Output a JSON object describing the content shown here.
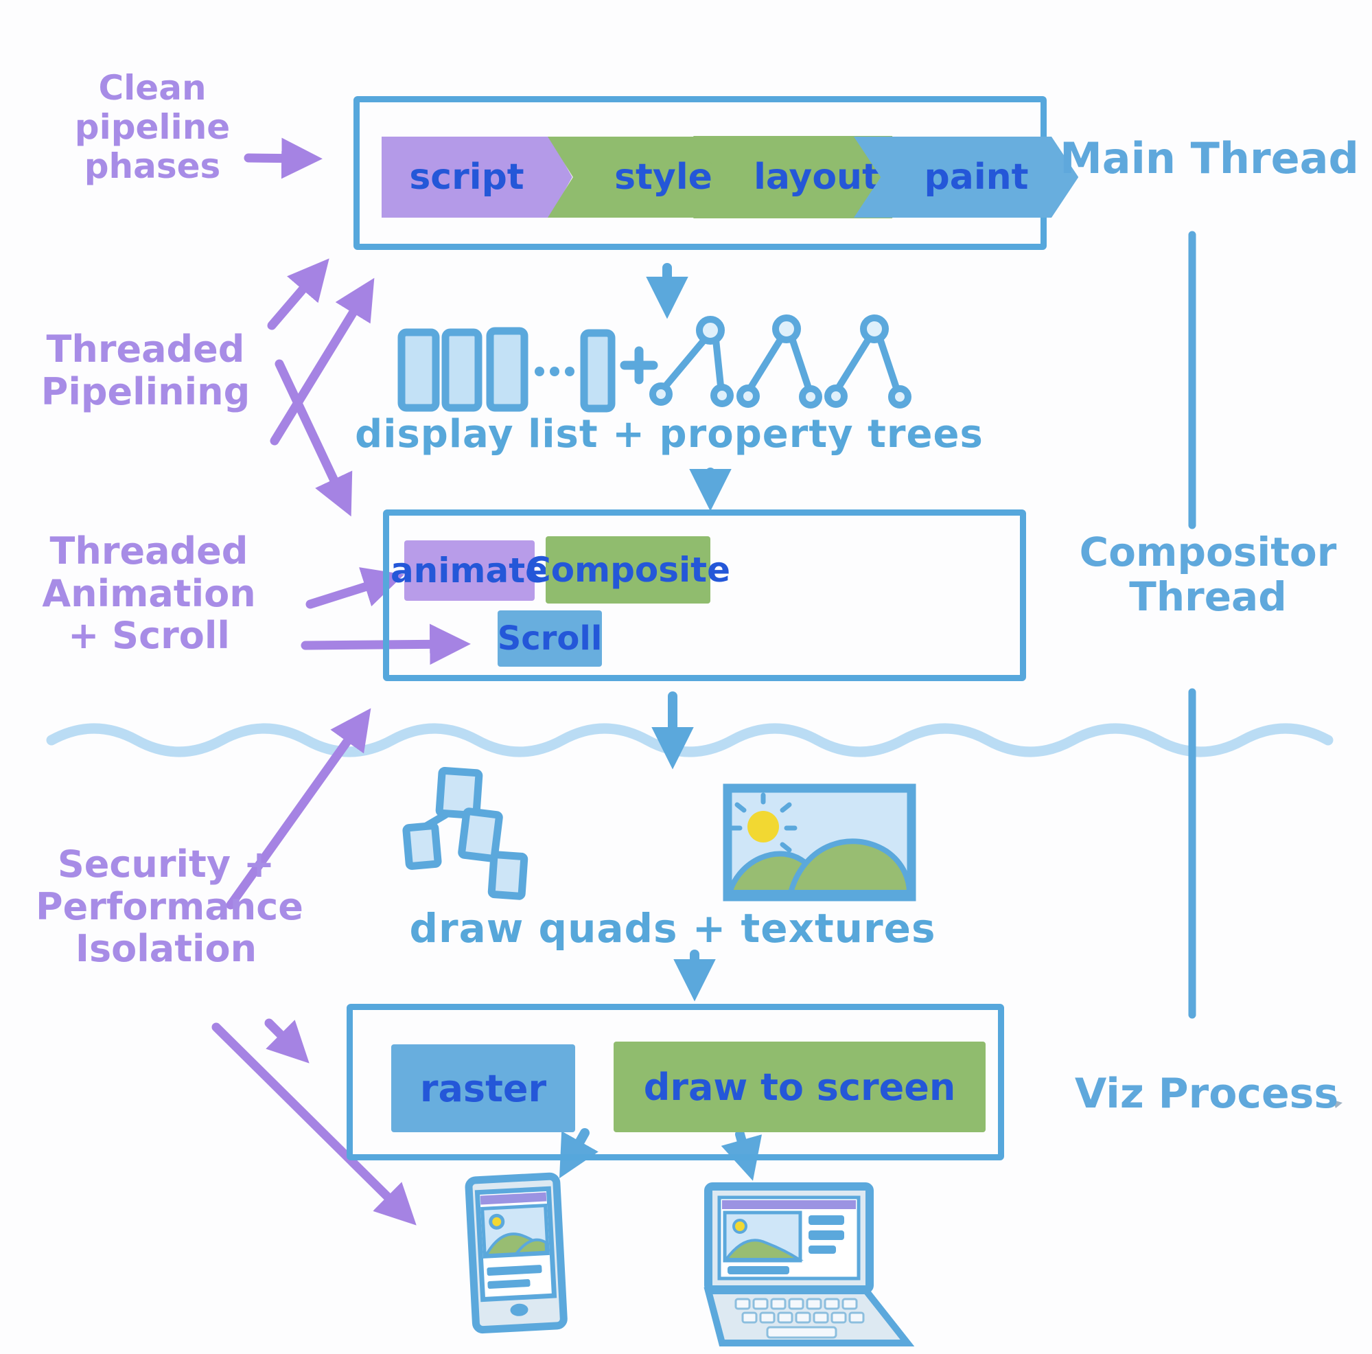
{
  "colors": {
    "ink_blue": "#5ba8dc",
    "ink_purple": "#a583e3",
    "label_purple": "#a78ce6",
    "phase_text_blue": "#2457d8",
    "fill_purple": "#b49ae8",
    "fill_green": "#90bc6e",
    "fill_blue": "#68aede",
    "fill_light_blue": "#c3e1f6",
    "wave_blue": "#badcf4",
    "sun_yellow": "#f2d832",
    "hill_green": "#98bd72",
    "sky_blue": "#cfe6f8"
  },
  "annotations": {
    "clean_pipeline": {
      "lines": [
        "Clean",
        "pipeline",
        "phases"
      ]
    },
    "threaded_pipelining": {
      "lines": [
        "Threaded",
        "Pipelining"
      ]
    },
    "threaded_animation_scroll": {
      "lines": [
        "Threaded",
        "Animation",
        "+ Scroll"
      ]
    },
    "security_isolation": {
      "lines": [
        "Security +",
        "Performance",
        "Isolation"
      ]
    }
  },
  "thread_labels": {
    "main_thread": "Main Thread",
    "compositor_thread": {
      "lines": [
        "Compositor",
        "Thread"
      ]
    },
    "viz_process": "Viz Process"
  },
  "main_thread_box": {
    "phases": [
      {
        "label": "script",
        "color": "#b49ae8"
      },
      {
        "label": "style",
        "color": "#90bc6e"
      },
      {
        "label": "layout",
        "color": "#90bc6e"
      },
      {
        "label": "paint",
        "color": "#68aede"
      }
    ]
  },
  "compositor_box": {
    "steps": [
      {
        "label": "animate",
        "color": "#b89ce9"
      },
      {
        "label": "Composite",
        "color": "#90bc6e"
      },
      {
        "label": "Scroll",
        "color": "#68aede"
      }
    ]
  },
  "viz_box": {
    "steps": [
      {
        "label": "raster",
        "color": "#68aede"
      },
      {
        "label": "draw to screen",
        "color": "#90bc6e"
      }
    ]
  },
  "captions": {
    "display_list": "display list + property trees",
    "draw_quads": "draw quads + textures"
  }
}
